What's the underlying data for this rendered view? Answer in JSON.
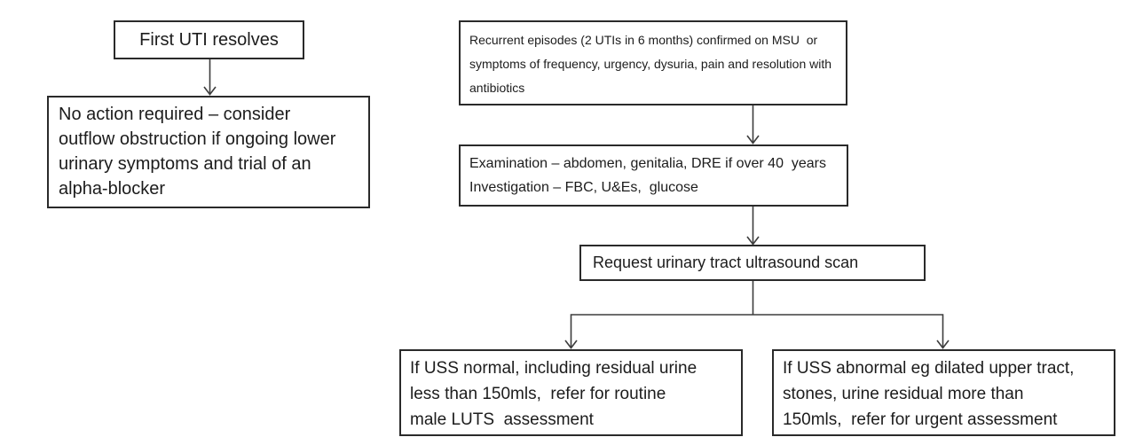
{
  "flowchart": {
    "nodes": {
      "first_uti": {
        "label": "First UTI resolves"
      },
      "no_action": {
        "label": "No action required – consider\noutflow obstruction if ongoing lower\nurinary symptoms and trial of an\nalpha-blocker"
      },
      "recurrent": {
        "label": "Recurrent episodes (2 UTIs in 6 months) confirmed on MSU  or\nsymptoms of frequency, urgency, dysuria, pain and resolution with\nantibiotics"
      },
      "examination": {
        "label": "Examination – abdomen, genitalia, DRE if over 40  years\nInvestigation – FBC, U&Es,  glucose"
      },
      "request_uss": {
        "label": "Request urinary tract ultrasound scan"
      },
      "uss_normal": {
        "label": "If USS normal, including residual urine\nless than 150mls,  refer for routine\nmale LUTS  assessment"
      },
      "uss_abnormal": {
        "label": "If USS abnormal eg dilated upper tract,\nstones, urine residual more than\n150mls,  refer for urgent assessment"
      }
    },
    "edges": [
      {
        "from": "first_uti",
        "to": "no_action"
      },
      {
        "from": "recurrent",
        "to": "examination"
      },
      {
        "from": "examination",
        "to": "request_uss"
      },
      {
        "from": "request_uss",
        "to": "uss_normal"
      },
      {
        "from": "request_uss",
        "to": "uss_abnormal"
      }
    ],
    "colors": {
      "background": "#ffffff",
      "box_border": "#2a2a2a",
      "connector_line": "#3d3d3d",
      "text": "#1c1c1c"
    }
  }
}
